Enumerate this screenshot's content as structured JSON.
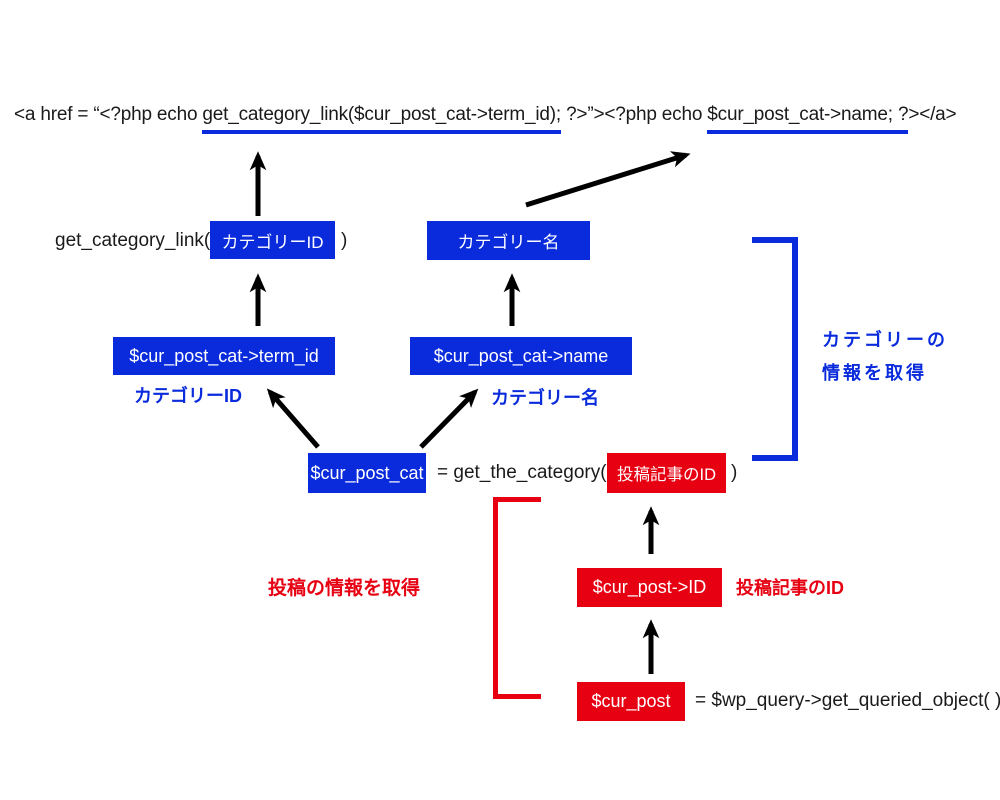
{
  "colors": {
    "blue": "#0a2bdc",
    "red": "#e60012",
    "arrow_black": "#000000",
    "text": "#1a1a1a"
  },
  "code_line": {
    "seg1": "<a href = “<?php echo ",
    "seg2_underlined": "get_category_link($cur_post_cat->term_id);",
    "seg3": " ?>”><?php echo ",
    "seg4_underlined": "$cur_post_cat->name; ?",
    "seg5": "></a>"
  },
  "category_link_row": {
    "prefix": "get_category_link(",
    "box_label": "カテゴリーID",
    "suffix": ")"
  },
  "category_name_box": {
    "label": "カテゴリー名"
  },
  "term_id_box": {
    "label": "$cur_post_cat->term_id",
    "caption": "カテゴリーID"
  },
  "name_box": {
    "label": "$cur_post_cat->name",
    "caption": "カテゴリー名"
  },
  "get_category_row": {
    "box_label": "$cur_post_cat",
    "code": "= get_the_category(",
    "arg_box_label": "投稿記事のID",
    "suffix": ")"
  },
  "category_bracket_caption": {
    "line1": "カテゴリーの",
    "line2": "情報を取得"
  },
  "post_bracket_caption": "投稿の情報を取得",
  "post_id_box": {
    "label": "$cur_post->ID",
    "caption": "投稿記事のID"
  },
  "cur_post_row": {
    "box_label": "$cur_post",
    "code": "= $wp_query->get_queried_object( )"
  }
}
